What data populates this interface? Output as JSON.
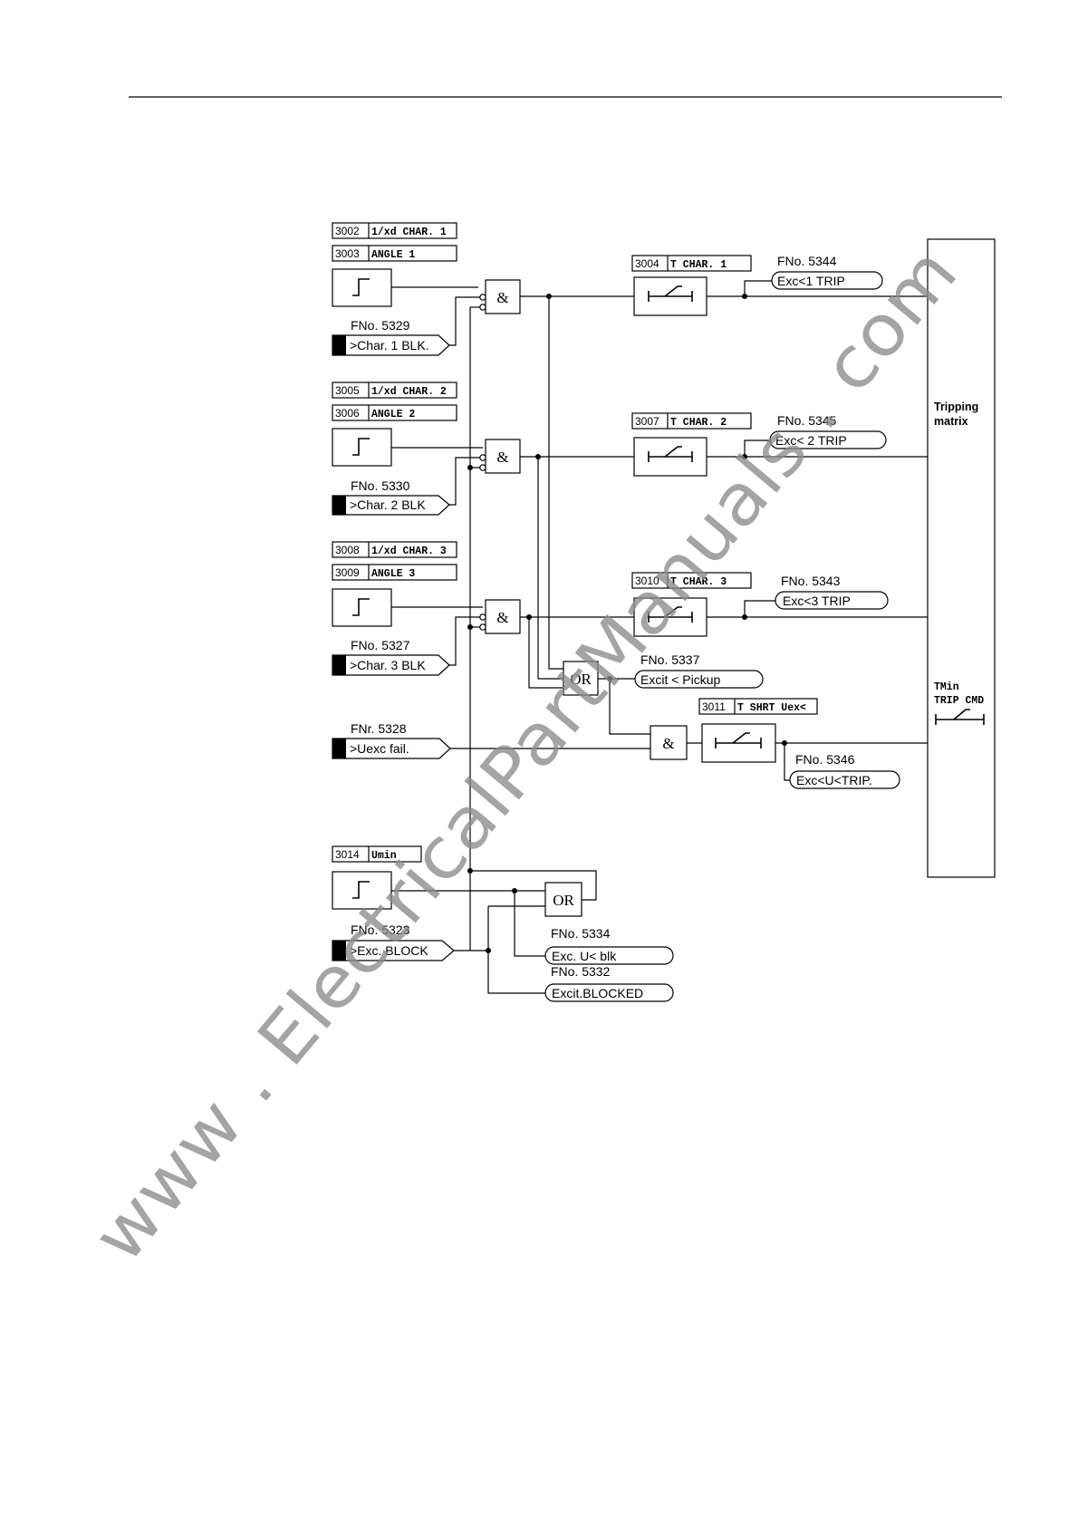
{
  "params": [
    {
      "num": "3002",
      "name": "1/xd CHAR. 1"
    },
    {
      "num": "3003",
      "name": "ANGLE 1"
    },
    {
      "num": "3005",
      "name": "1/xd CHAR. 2"
    },
    {
      "num": "3006",
      "name": "ANGLE 2"
    },
    {
      "num": "3008",
      "name": "1/xd CHAR. 3"
    },
    {
      "num": "3009",
      "name": "ANGLE 3"
    },
    {
      "num": "3004",
      "name": "T CHAR. 1"
    },
    {
      "num": "3007",
      "name": "T CHAR. 2"
    },
    {
      "num": "3010",
      "name": "T CHAR. 3"
    },
    {
      "num": "3011",
      "name": "T SHRT Uex<"
    },
    {
      "num": "3014",
      "name": "Umin"
    }
  ],
  "inputs": [
    {
      "fno": "FNo. 5329",
      "label": ">Char. 1 BLK."
    },
    {
      "fno": "FNo. 5330",
      "label": ">Char. 2 BLK"
    },
    {
      "fno": "FNo. 5327",
      "label": ">Char. 3 BLK"
    },
    {
      "fno": "FNr. 5328",
      "label": ">Uexc fail."
    },
    {
      "fno": "FNo. 5323",
      "label": ">Exc. BLOCK"
    }
  ],
  "outputs": [
    {
      "fno": "FNo. 5344",
      "label": "Exc<1 TRIP"
    },
    {
      "fno": "FNo. 5345",
      "label": "Exc< 2 TRIP"
    },
    {
      "fno": "FNo. 5343",
      "label": "Exc<3 TRIP"
    },
    {
      "fno": "FNo. 5337",
      "label": "Excit < Pickup"
    },
    {
      "fno": "FNo. 5346",
      "label": "Exc<U<TRIP."
    },
    {
      "fno": "FNo. 5334",
      "label": "Exc. U< blk"
    },
    {
      "fno": "FNo. 5332",
      "label": "Excit.BLOCKED"
    }
  ],
  "gates": {
    "and": "&",
    "or": "OR"
  },
  "tripping_matrix": {
    "line1": "Tripping",
    "line2": "matrix"
  },
  "tmin": {
    "line1": "TMin",
    "line2": "TRIP CMD"
  },
  "watermark": "www . ElectricalPartManuals . com"
}
